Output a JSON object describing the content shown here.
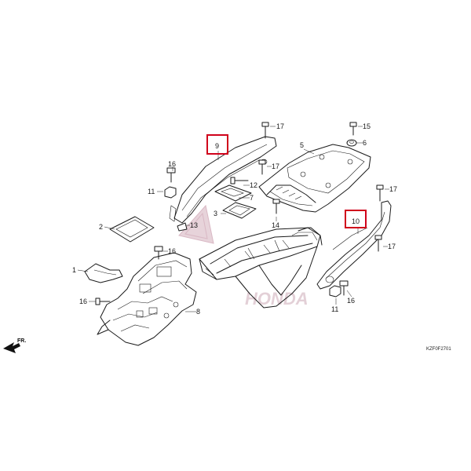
{
  "diagram_code": "KZF0F2701",
  "watermark_text": "HONDA",
  "direction_label": "FR.",
  "colors": {
    "highlight": "#d0021b",
    "line": "#1a1a1a",
    "watermark": "#c9a3b0"
  },
  "callouts": [
    {
      "id": "1",
      "label": "1"
    },
    {
      "id": "2",
      "label": "2"
    },
    {
      "id": "3",
      "label": "3"
    },
    {
      "id": "5",
      "label": "5"
    },
    {
      "id": "6",
      "label": "6"
    },
    {
      "id": "7",
      "label": "7"
    },
    {
      "id": "8",
      "label": "8"
    },
    {
      "id": "9",
      "label": "9",
      "highlighted": true
    },
    {
      "id": "10",
      "label": "10",
      "highlighted": true
    },
    {
      "id": "11a",
      "label": "11"
    },
    {
      "id": "11b",
      "label": "11"
    },
    {
      "id": "12",
      "label": "12"
    },
    {
      "id": "13",
      "label": "13"
    },
    {
      "id": "14",
      "label": "14"
    },
    {
      "id": "15",
      "label": "15"
    },
    {
      "id": "16a",
      "label": "16"
    },
    {
      "id": "16b",
      "label": "16"
    },
    {
      "id": "16c",
      "label": "16"
    },
    {
      "id": "16d",
      "label": "16"
    },
    {
      "id": "17a",
      "label": "17"
    },
    {
      "id": "17b",
      "label": "17"
    },
    {
      "id": "17c",
      "label": "17"
    },
    {
      "id": "17d",
      "label": "17"
    }
  ]
}
